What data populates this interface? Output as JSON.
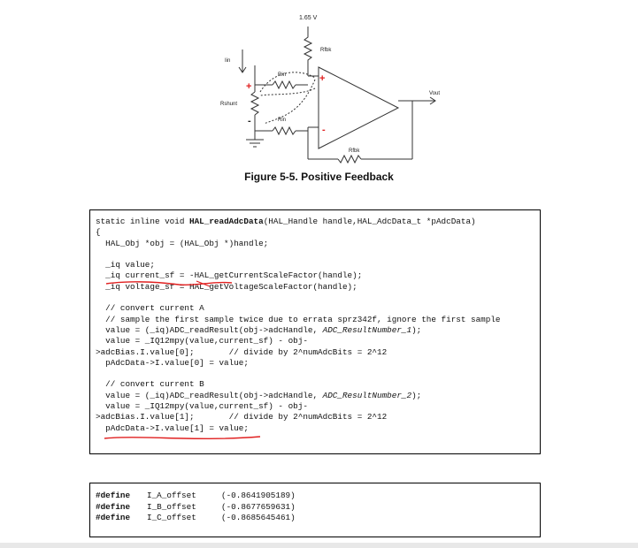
{
  "figure": {
    "vref_label": "1.65 V",
    "rfbk_top_label": "Rfbk",
    "iin_label": "Iin",
    "rin_top_label": "Rin",
    "rin_bottom_label": "Rin",
    "rshunt_label": "Rshunt",
    "vout_label": "Vout",
    "rfbk_bottom_label": "Rfbk",
    "plus_left": "+",
    "minus_left": "-",
    "plus_opamp": "+",
    "minus_opamp": "-",
    "caption": "Figure 5-5. Positive Feedback"
  },
  "code": {
    "lines": [
      [
        {
          "t": "static inline void "
        },
        {
          "t": "HAL_readAdcData",
          "b": true
        },
        {
          "t": "(HAL_Handle handle,HAL_AdcData_t *pAdcData)"
        }
      ],
      [
        {
          "t": "{"
        }
      ],
      [
        {
          "t": "  HAL_Obj *obj = (HAL_Obj *)handle;"
        }
      ],
      [
        {
          "t": ""
        }
      ],
      [
        {
          "t": "  _iq value;"
        }
      ],
      [
        {
          "t": "  _iq current_sf = -HAL_getCurrentScaleFactor(handle);"
        }
      ],
      [
        {
          "t": "  _iq voltage_sf = HAL_getVoltageScaleFactor(handle);"
        }
      ],
      [
        {
          "t": ""
        }
      ],
      [
        {
          "t": "  // convert current A"
        }
      ],
      [
        {
          "t": "  // sample the first sample twice due to errata sprz342f, ignore the first sample"
        }
      ],
      [
        {
          "t": "  value = (_iq)ADC_readResult(obj->adcHandle, "
        },
        {
          "t": "ADC_ResultNumber_1",
          "i": true
        },
        {
          "t": ");"
        }
      ],
      [
        {
          "t": "  value = _IQ12mpy(value,current_sf) - obj-"
        }
      ],
      [
        {
          "t": ">adcBias.I.value[0];       // divide by 2^numAdcBits = 2^12"
        }
      ],
      [
        {
          "t": "  pAdcData->I.value[0] = value;"
        }
      ],
      [
        {
          "t": ""
        }
      ],
      [
        {
          "t": "  // convert current B"
        }
      ],
      [
        {
          "t": "  value = (_iq)ADC_readResult(obj->adcHandle, "
        },
        {
          "t": "ADC_ResultNumber_2",
          "i": true
        },
        {
          "t": ");"
        }
      ],
      [
        {
          "t": "  value = _IQ12mpy(value,current_sf) - obj-"
        }
      ],
      [
        {
          "t": ">adcBias.I.value[1];       // divide by 2^numAdcBits = 2^12"
        }
      ],
      [
        {
          "t": "  pAdcData->I.value[1] = value;"
        }
      ]
    ]
  },
  "defines": [
    {
      "kw": "#define",
      "name": "I_A_offset",
      "value": "(-0.8641905189)"
    },
    {
      "kw": "#define",
      "name": "I_B_offset",
      "value": "(-0.8677659631)"
    },
    {
      "kw": "#define",
      "name": "I_C_offset",
      "value": "(-0.8685645461)"
    }
  ],
  "colors": {
    "annotation_red": "#e02020",
    "opamp_plus": "#e02020",
    "line": "#333333"
  }
}
